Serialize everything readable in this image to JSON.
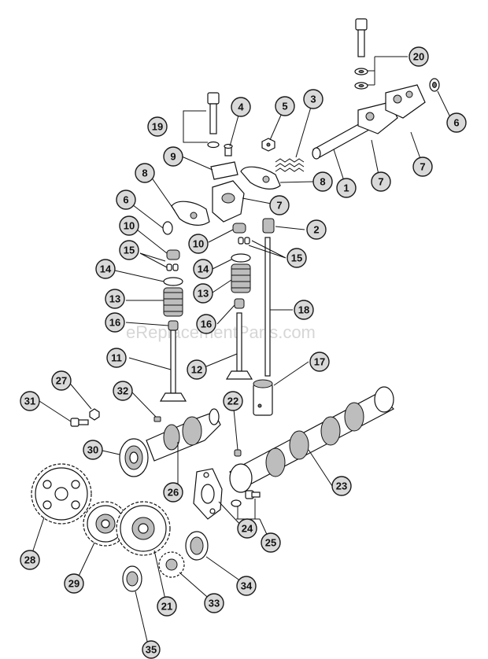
{
  "watermark": "eReplacementParts.com",
  "callouts": [
    {
      "id": "c1",
      "label": "1"
    },
    {
      "id": "c2",
      "label": "2"
    },
    {
      "id": "c3",
      "label": "3"
    },
    {
      "id": "c4",
      "label": "4"
    },
    {
      "id": "c5",
      "label": "5"
    },
    {
      "id": "c6a",
      "label": "6"
    },
    {
      "id": "c6b",
      "label": "6"
    },
    {
      "id": "c7a",
      "label": "7"
    },
    {
      "id": "c7b",
      "label": "7"
    },
    {
      "id": "c7c",
      "label": "7"
    },
    {
      "id": "c8a",
      "label": "8"
    },
    {
      "id": "c8b",
      "label": "8"
    },
    {
      "id": "c9",
      "label": "9"
    },
    {
      "id": "c10a",
      "label": "10"
    },
    {
      "id": "c10b",
      "label": "10"
    },
    {
      "id": "c11",
      "label": "11"
    },
    {
      "id": "c12",
      "label": "12"
    },
    {
      "id": "c13a",
      "label": "13"
    },
    {
      "id": "c13b",
      "label": "13"
    },
    {
      "id": "c14a",
      "label": "14"
    },
    {
      "id": "c14b",
      "label": "14"
    },
    {
      "id": "c15a",
      "label": "15"
    },
    {
      "id": "c15b",
      "label": "15"
    },
    {
      "id": "c16a",
      "label": "16"
    },
    {
      "id": "c16b",
      "label": "16"
    },
    {
      "id": "c17",
      "label": "17"
    },
    {
      "id": "c18",
      "label": "18"
    },
    {
      "id": "c19",
      "label": "19"
    },
    {
      "id": "c20",
      "label": "20"
    },
    {
      "id": "c21",
      "label": "21"
    },
    {
      "id": "c22",
      "label": "22"
    },
    {
      "id": "c23",
      "label": "23"
    },
    {
      "id": "c24",
      "label": "24"
    },
    {
      "id": "c25",
      "label": "25"
    },
    {
      "id": "c26",
      "label": "26"
    },
    {
      "id": "c27",
      "label": "27"
    },
    {
      "id": "c28",
      "label": "28"
    },
    {
      "id": "c29",
      "label": "29"
    },
    {
      "id": "c30",
      "label": "30"
    },
    {
      "id": "c31",
      "label": "31"
    },
    {
      "id": "c32",
      "label": "32"
    },
    {
      "id": "c33",
      "label": "33"
    },
    {
      "id": "c34",
      "label": "34"
    },
    {
      "id": "c35",
      "label": "35"
    }
  ]
}
